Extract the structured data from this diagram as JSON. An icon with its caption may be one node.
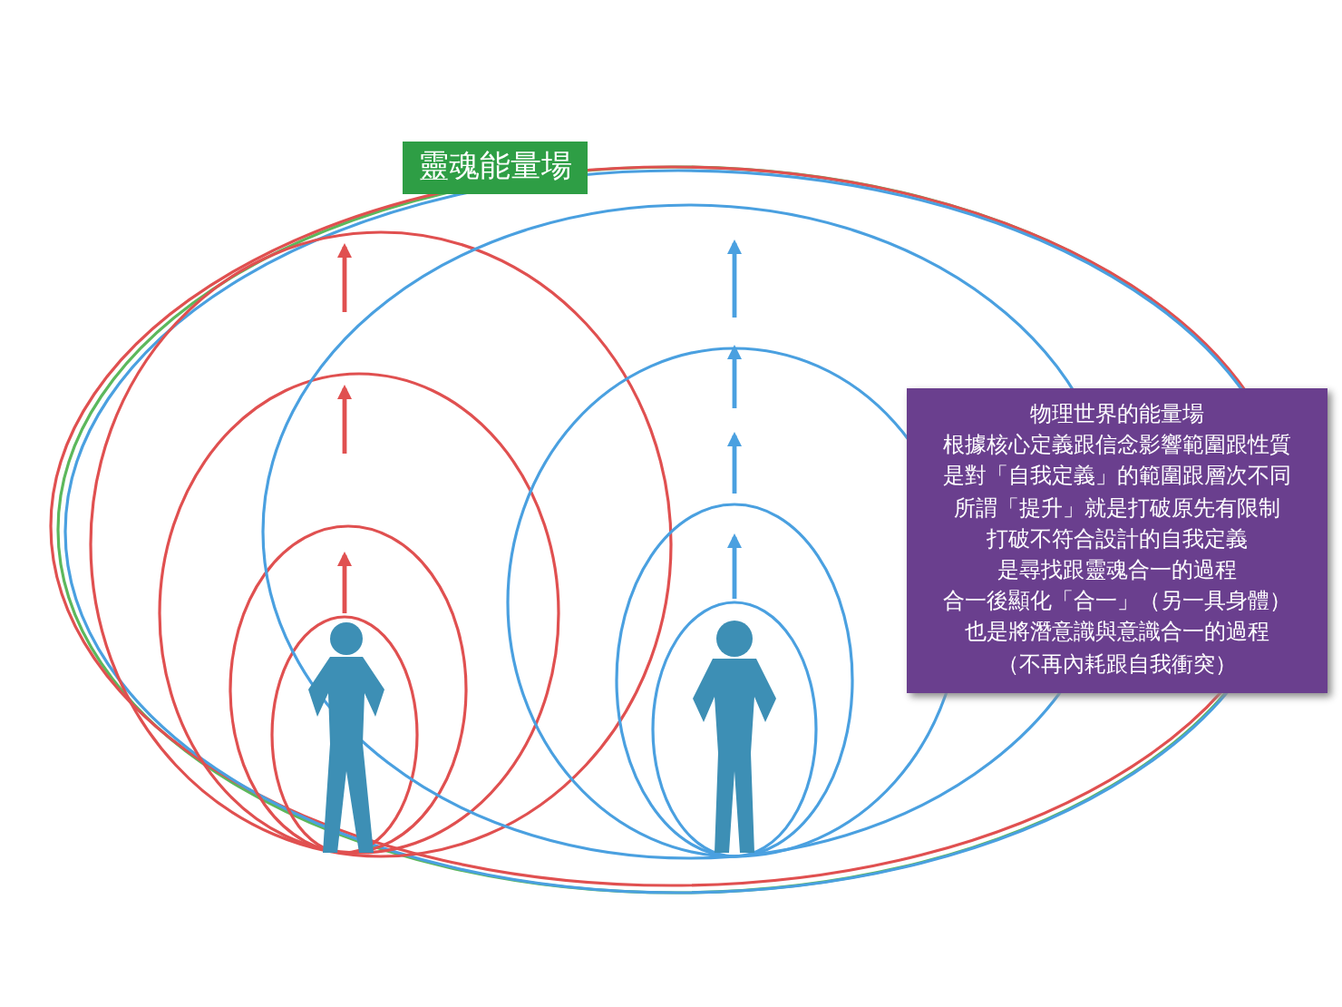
{
  "diagram": {
    "nodes": [
      {
        "text": [
          "靈魂能量場"
        ]
      },
      {
        "text": [
          "物理世界的能量場",
          "根據核心定義跟信念影響範圍跟性質",
          "是對「自我定義」的範圍跟層次不同",
          "所謂「提升」就是打破原先有限制",
          "打破不符合設計的自我定義",
          "是尋找跟靈魂合一的過程",
          "合一後顯化「合一」（另一具身體）",
          "也是將潛意識與意識合一的過程",
          "（不再內耗跟自我衝突）"
        ]
      }
    ]
  }
}
